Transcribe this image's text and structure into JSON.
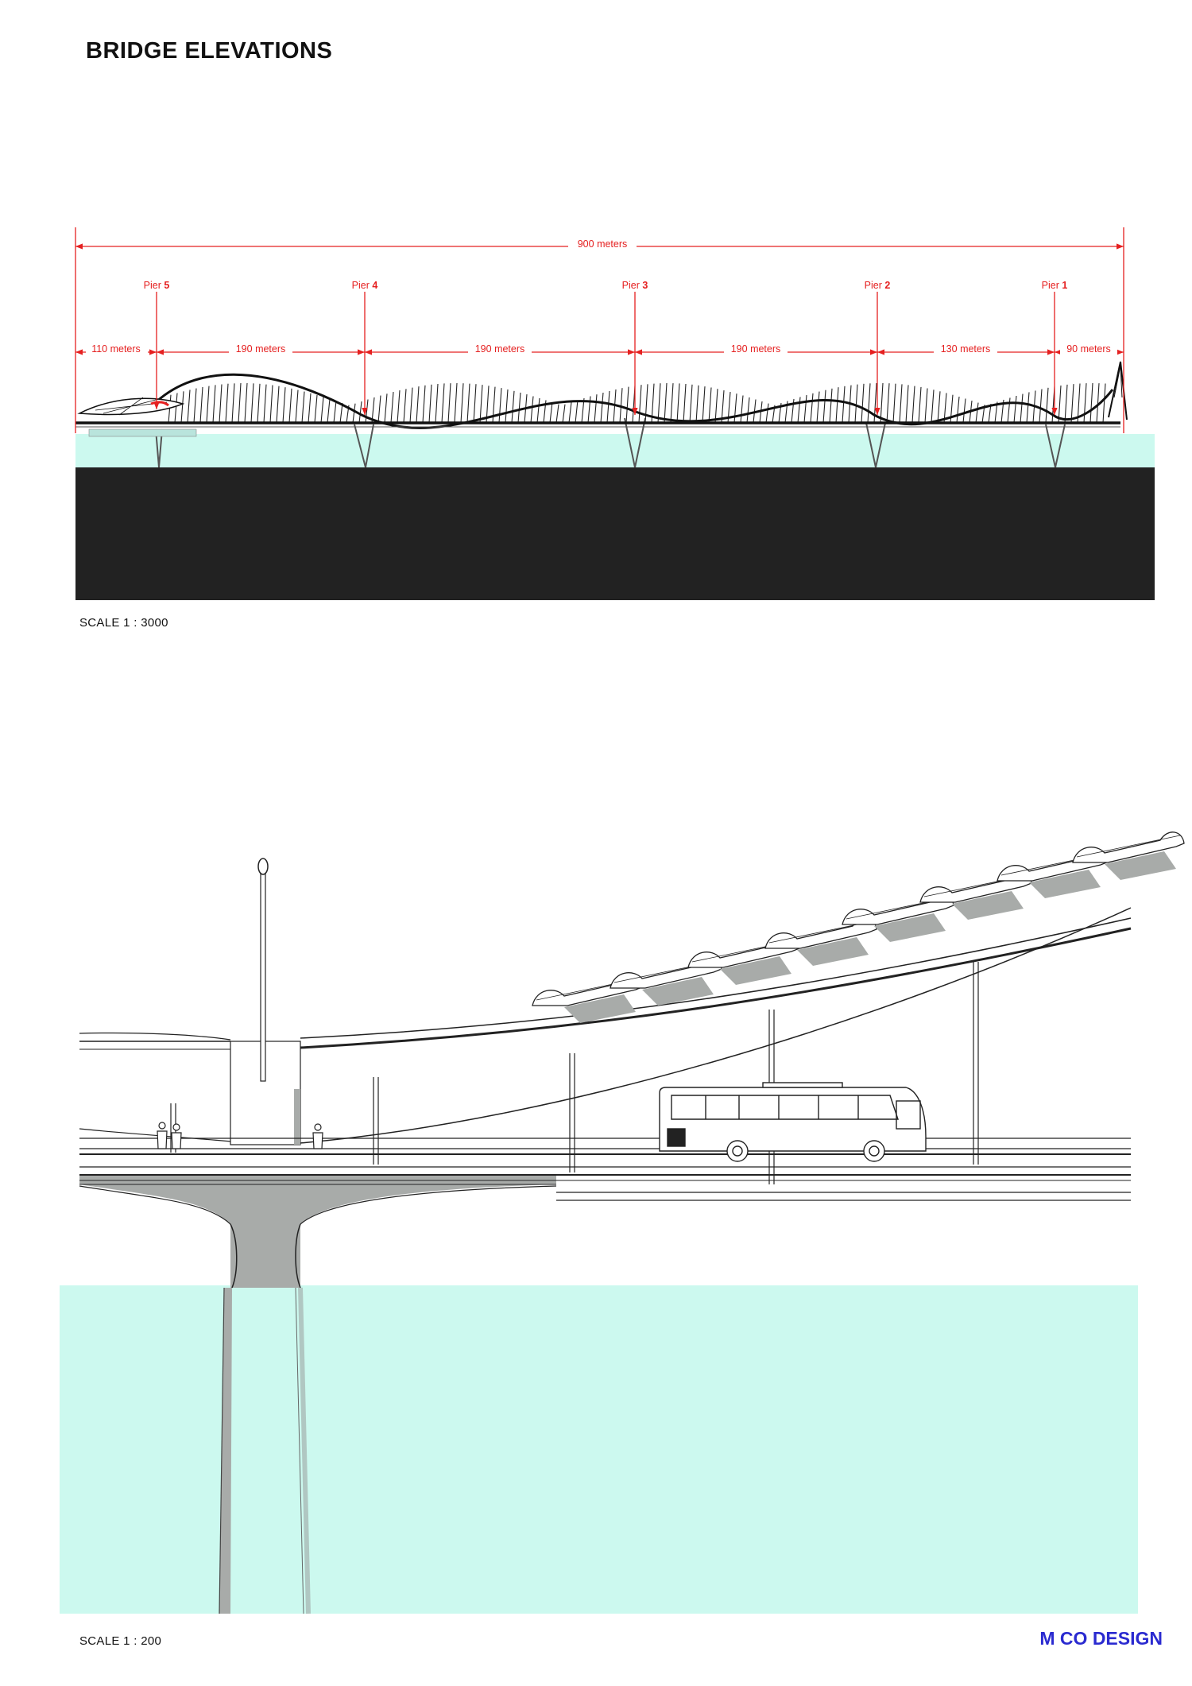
{
  "title": "BRIDGE ELEVATIONS",
  "overall_span": "900 meters",
  "piers": [
    {
      "prefix": "Pier",
      "num": "5"
    },
    {
      "prefix": "Pier",
      "num": "4"
    },
    {
      "prefix": "Pier",
      "num": "3"
    },
    {
      "prefix": "Pier",
      "num": "2"
    },
    {
      "prefix": "Pier",
      "num": "1"
    }
  ],
  "spans": [
    "110 meters",
    "190 meters",
    "190 meters",
    "190 meters",
    "130 meters",
    "90 meters"
  ],
  "scale_top": "SCALE 1 : 3000",
  "scale_bottom": "SCALE 1 : 200",
  "brand": "M CO DESIGN",
  "colors": {
    "dimension": "#e52020",
    "water": "#ccf9ef",
    "ground": "#222222",
    "shadow": "#a8aba9",
    "brand": "#2a2ad0"
  }
}
